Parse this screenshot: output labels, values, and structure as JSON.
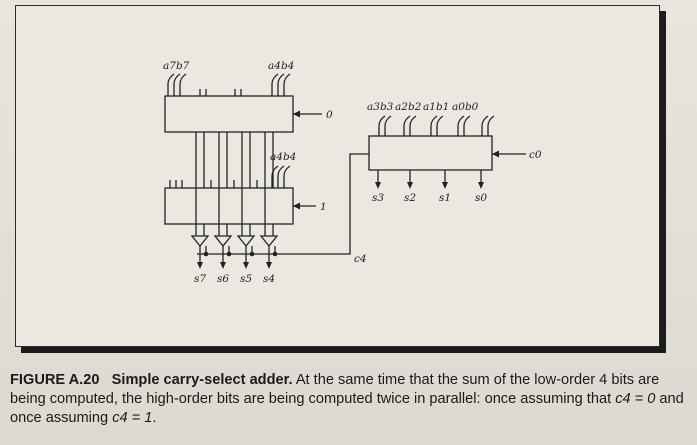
{
  "figure": {
    "caption": {
      "label": "FIGURE A.20",
      "title": "Simple carry-select adder.",
      "text_before": "At the same time that the sum of the low-order 4 bits are being computed, the high-order bits are being computed twice in parallel: once assuming that ",
      "math1": "c4 = 0",
      "text_middle": " and once assuming ",
      "math2": "c4 = 1",
      "text_after": "."
    },
    "diagram": {
      "upper_high_adder_inputs": {
        "left": "a7b7",
        "right": "a4b4"
      },
      "lower_high_adder_input": "a4b4",
      "upper_carry_in": "0",
      "lower_carry_in": "1",
      "low_adder_inputs": [
        "a3b3",
        "a2b2",
        "a1b1",
        "a0b0"
      ],
      "low_adder_carry_in": "c0",
      "low_adder_sums": [
        "s3",
        "s2",
        "s1",
        "s0"
      ],
      "carry_select_signal": "c4",
      "high_sums": [
        "s7",
        "s6",
        "s5",
        "s4"
      ]
    },
    "colors": {
      "frame": "#2a2a2a",
      "lines": "#222222"
    }
  }
}
